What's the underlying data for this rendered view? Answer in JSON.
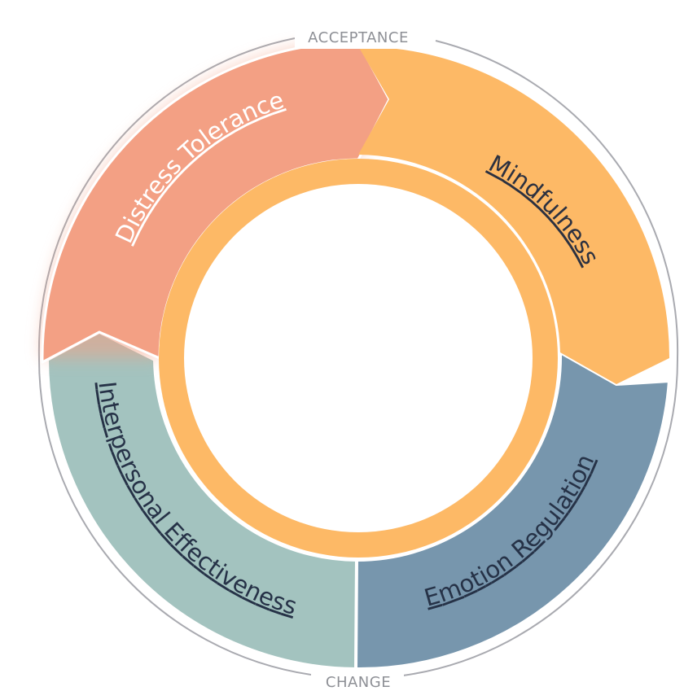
{
  "ring": {
    "top_label": "ACCEPTANCE",
    "bottom_label": "CHANGE"
  },
  "segments": [
    {
      "id": "mindfulness",
      "label": "Mindfulness",
      "color": "#fdb966",
      "text_color": "#2c3140"
    },
    {
      "id": "emotion-regulation",
      "label": "Emotion Regulation",
      "color": "#7796ad",
      "text_color": "#263247"
    },
    {
      "id": "interpersonal-effectiveness",
      "label": "Interpersonal Effectiveness",
      "color": "#a3c3bf",
      "text_color": "#263247"
    },
    {
      "id": "distress-tolerance",
      "label": "Distress Tolerance",
      "color": "#f3a084",
      "text_color": "#ffffff"
    }
  ],
  "colors": {
    "outline": "#a9aab0",
    "center": "#ffffff"
  }
}
